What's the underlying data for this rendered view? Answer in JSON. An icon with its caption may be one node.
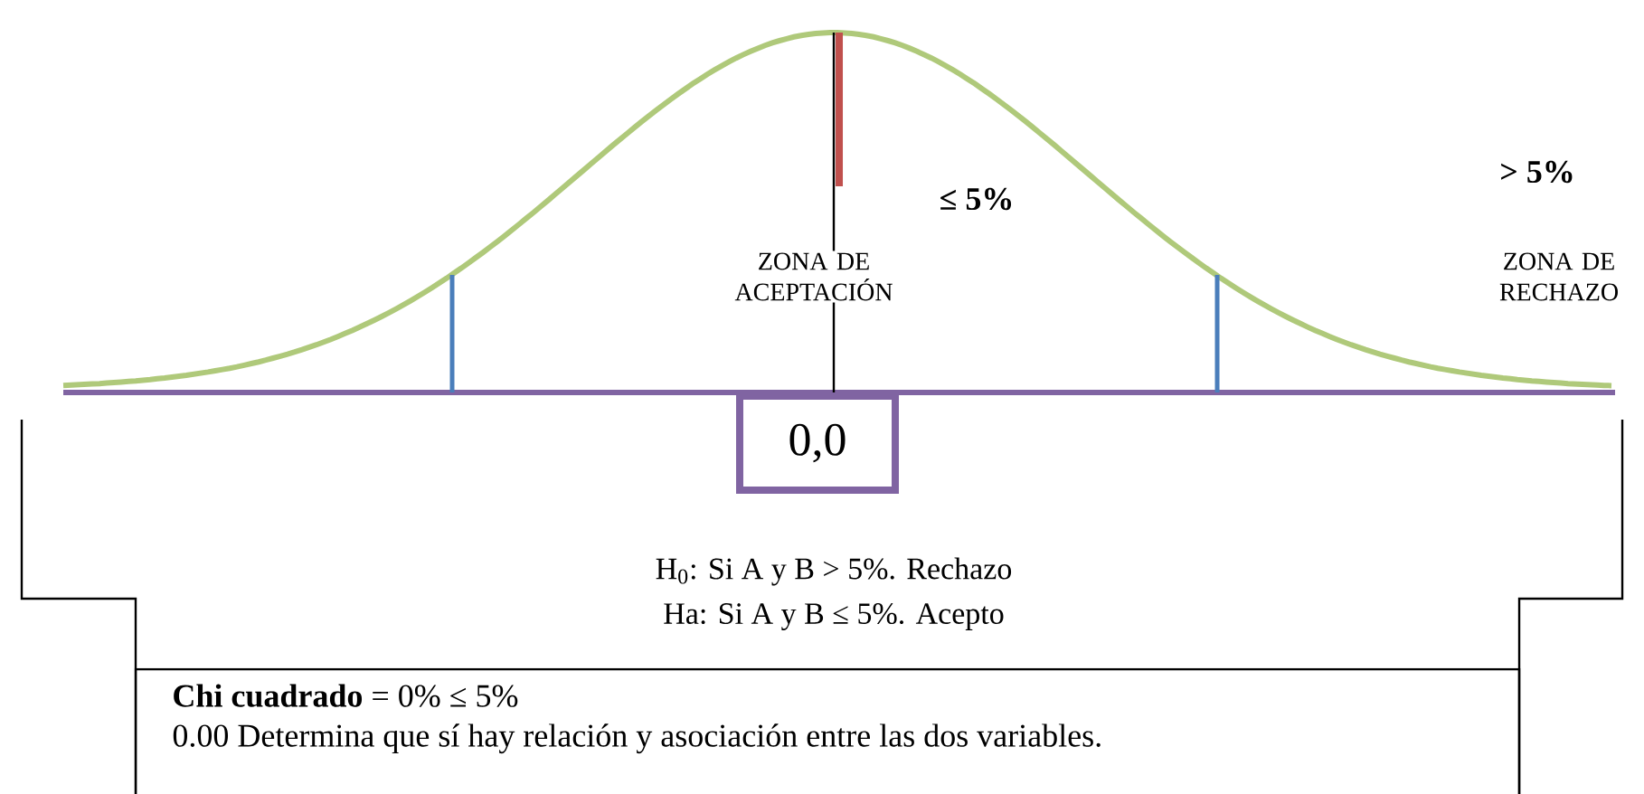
{
  "diagram": {
    "nodes": [
      {
        "text": [
          "0,0"
        ]
      },
      {
        "text": [
          "**Chi cuadrado** = 0% ≤ 5%",
          "0.00 Determina que sí hay relación y asociación entre las dos variables."
        ]
      }
    ],
    "edges": [],
    "labels": [
      "≤ 5%",
      "> 5%",
      "ZONA DE ACEPTACIÓN",
      "ZONA DE RECHAZO",
      "H$_{0}$: Si A y B > 5%. Rechazo",
      "Ha: Si A y B ≤ 5%. Acepto"
    ]
  }
}
